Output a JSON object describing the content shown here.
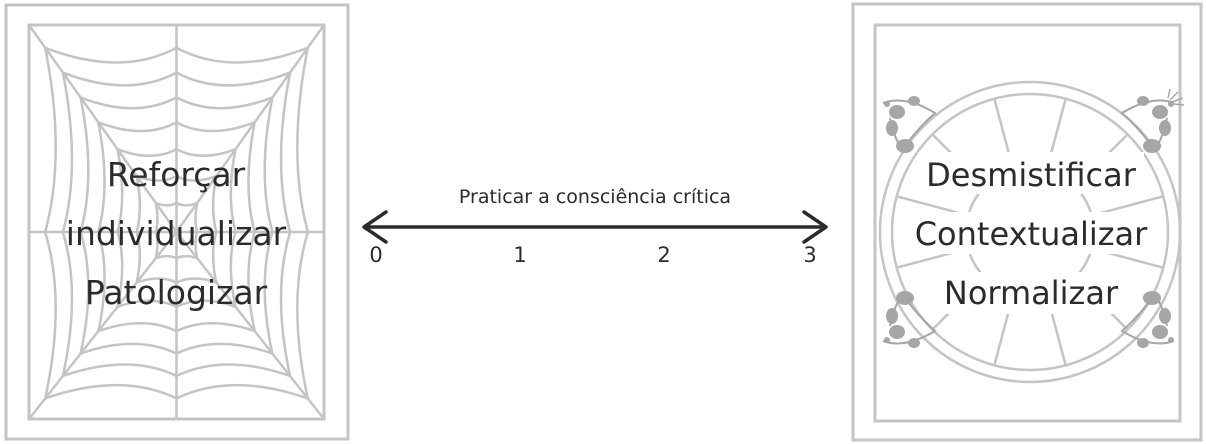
{
  "left_panel": {
    "words": [
      "Reforçar",
      "individualizar",
      "Patologizar"
    ],
    "motif": "spider-web"
  },
  "scale": {
    "label": "Praticar a consciência crítica",
    "ticks": [
      "0",
      "1",
      "2",
      "3"
    ]
  },
  "right_panel": {
    "words": [
      "Desmistificar",
      "Contextualizar",
      "Normalizar"
    ],
    "motif": "wheel-with-ornamental-corners"
  },
  "colors": {
    "line_gray": "#c4c4c4",
    "ornament_gray": "#a6a6a6",
    "ink": "#2b2b2b"
  }
}
